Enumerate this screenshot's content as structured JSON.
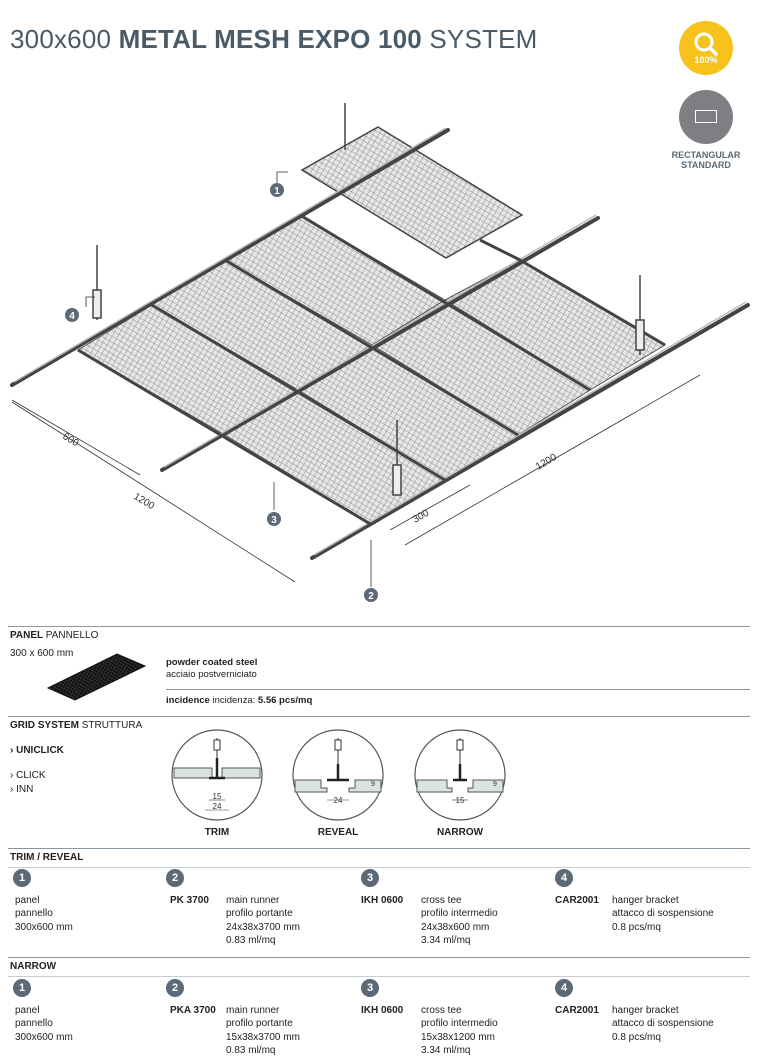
{
  "title": {
    "size": "300x600 ",
    "name": "METAL MESH EXPO 100",
    "system": " SYSTEM"
  },
  "badges": {
    "percent": "100%",
    "rect_label_1": "RECTANGULAR",
    "rect_label_2": "STANDARD"
  },
  "drawing": {
    "callouts": [
      "1",
      "2",
      "3",
      "4"
    ],
    "dim_600": "600",
    "dim_1200_left": "1200",
    "dim_1200_right": "1200",
    "dim_300": "300"
  },
  "panel": {
    "heading": "PANEL",
    "heading_it": "PANNELLO",
    "size": "300 x 600 mm",
    "material": "powder coated steel",
    "material_it": "acciaio postverniciato",
    "incidence_label": "incidence",
    "incidence_it": "incidenza:",
    "incidence_value": "5.56 pcs/mq"
  },
  "grid": {
    "heading": "GRID SYSTEM",
    "heading_it": "STRUTTURA",
    "opt_uniclick": "› UNICLICK",
    "opt_click": "› CLICK",
    "opt_inn": "› INN",
    "details": [
      {
        "label": "TRIM",
        "dim_a": "15",
        "dim_b": "24"
      },
      {
        "label": "REVEAL",
        "dim_a": "24",
        "dim_v": "9"
      },
      {
        "label": "NARROW",
        "dim_a": "15",
        "dim_v": "9"
      }
    ]
  },
  "tables": [
    {
      "heading": "TRIM / REVEAL",
      "items": [
        {
          "num": "1",
          "code": "",
          "name": "panel",
          "name_it": "pannello",
          "spec": "300x600 mm",
          "qty": ""
        },
        {
          "num": "2",
          "code": "PK 3700",
          "name": "main runner",
          "name_it": "profilo portante",
          "spec": "24x38x3700 mm",
          "qty": "0.83 ml/mq"
        },
        {
          "num": "3",
          "code": "IKH 0600",
          "name": "cross tee",
          "name_it": "profilo intermedio",
          "spec": "24x38x600 mm",
          "qty": "3.34 ml/mq"
        },
        {
          "num": "4",
          "code": "CAR2001",
          "name": "hanger bracket",
          "name_it": "attacco di sospensione",
          "spec": "0.8 pcs/mq",
          "qty": ""
        }
      ]
    },
    {
      "heading": "NARROW",
      "items": [
        {
          "num": "1",
          "code": "",
          "name": "panel",
          "name_it": "pannello",
          "spec": "300x600 mm",
          "qty": ""
        },
        {
          "num": "2",
          "code": "PKA 3700",
          "name": "main runner",
          "name_it": "profilo portante",
          "spec": "15x38x3700 mm",
          "qty": "0.83 ml/mq"
        },
        {
          "num": "3",
          "code": "IKH 0600",
          "name": "cross tee",
          "name_it": "profilo intermedio",
          "spec": "15x38x1200 mm",
          "qty": "3.34 ml/mq"
        },
        {
          "num": "4",
          "code": "CAR2001",
          "name": "hanger bracket",
          "name_it": "attacco di sospensione",
          "spec": "0.8 pcs/mq",
          "qty": ""
        }
      ]
    }
  ],
  "colors": {
    "accent": "#5c6a78",
    "badge_yellow": "#f6c21b",
    "badge_grey": "#7d7f82",
    "title": "#4a5a66"
  }
}
